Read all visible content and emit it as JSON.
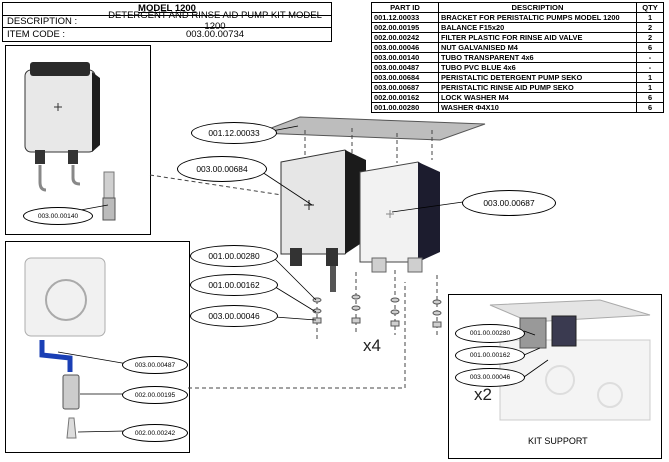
{
  "header": {
    "model": "MODEL 1200",
    "description_label": "DESCRIPTION :",
    "description_value": "DETERGENT AND RINSE AID PUMP KIT MODEL 1200",
    "item_code_label": "ITEM CODE :",
    "item_code_value": "003.00.00734"
  },
  "parts_table": {
    "headers": {
      "part_id": "PART ID",
      "description": "DESCRIPTION",
      "qty": "QTY"
    },
    "rows": [
      {
        "part_id": "001.12.00033",
        "description": "BRACKET FOR PERISTALTIC PUMPS MODEL 1200",
        "qty": "1"
      },
      {
        "part_id": "002.00.00195",
        "description": "BALANCE F15x20",
        "qty": "2"
      },
      {
        "part_id": "002.00.00242",
        "description": "FILTER PLASTIC FOR RINSE AID VALVE",
        "qty": "2"
      },
      {
        "part_id": "003.00.00046",
        "description": "NUT GALVANISED M4",
        "qty": "6"
      },
      {
        "part_id": "003.00.00140",
        "description": "TUBO TRANSPARENT 4x6",
        "qty": "-"
      },
      {
        "part_id": "003.00.00487",
        "description": "TUBO PVC BLUE 4x6",
        "qty": "-"
      },
      {
        "part_id": "003.00.00684",
        "description": "PERISTALTIC DETERGENT PUMP SEKO",
        "qty": "1"
      },
      {
        "part_id": "003.00.00687",
        "description": "PERISTALTIC RINSE AID PUMP SEKO",
        "qty": "1"
      },
      {
        "part_id": "002.00.00162",
        "description": "LOCK WASHER M4",
        "qty": "6"
      },
      {
        "part_id": "001.00.00280",
        "description": "WASHER Φ4X10",
        "qty": "6"
      }
    ]
  },
  "callouts": {
    "bracket": "001.12.00033",
    "detergent_pump": "003.00.00684",
    "rinse_pump": "003.00.00687",
    "washer": "001.00.00280",
    "lock_washer": "001.00.00162",
    "nut": "003.00.00046",
    "tube_transparent": "003.00.00140",
    "tube_blue": "003.00.00487",
    "balance": "002.00.00195",
    "filter": "002.00.00242",
    "kit_washer": "001.00.00280",
    "kit_lock_washer": "001.00.00162",
    "kit_nut": "003.00.00046"
  },
  "multipliers": {
    "main": "x4",
    "kit": "x2"
  },
  "kit_support_label": "KIT SUPPORT"
}
